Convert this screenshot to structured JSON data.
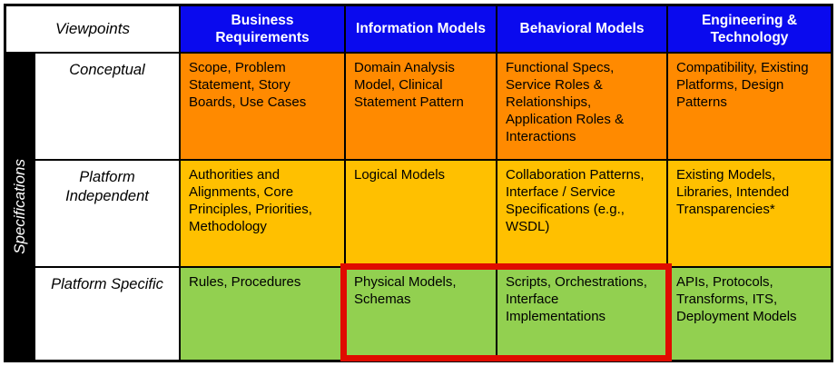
{
  "table": {
    "corner_label": "Viewpoints",
    "side_label": "Specifications",
    "columns": [
      "Business Requirements",
      "Information Models",
      "Behavioral Models",
      "Engineering & Technology"
    ],
    "rows": [
      {
        "label": "Conceptual",
        "cells": [
          "Scope, Problem Statement, Story Boards, Use Cases",
          "Domain Analysis Model, Clinical Statement Pattern",
          "Functional Specs, Service Roles & Relationships, Application Roles & Interactions",
          "Compatibility, Existing Platforms, Design Patterns"
        ]
      },
      {
        "label": "Platform Independent",
        "cells": [
          "Authorities and Alignments,  Core Principles, Priorities, Methodology",
          "Logical Models",
          "Collaboration Patterns, Interface / Service Specifications  (e.g., WSDL)",
          "Existing Models, Libraries, Intended Transparencies*"
        ]
      },
      {
        "label": "Platform Specific",
        "cells": [
          "Rules, Procedures",
          "Physical Models, Schemas",
          "Scripts, Orchestrations, Interface Implementations",
          "APIs, Protocols, Transforms, ITS, Deployment Models"
        ]
      }
    ],
    "highlight": {
      "note": "Red rectangle emphasizing Platform Specific row cells for Information Models and Behavioral Models"
    }
  },
  "colors": {
    "header-blue": "#0a0aee",
    "row-conceptual": "#ff8a00",
    "row-independent": "#ffc000",
    "row-specific": "#92d050",
    "highlight-red": "#e00b00"
  }
}
